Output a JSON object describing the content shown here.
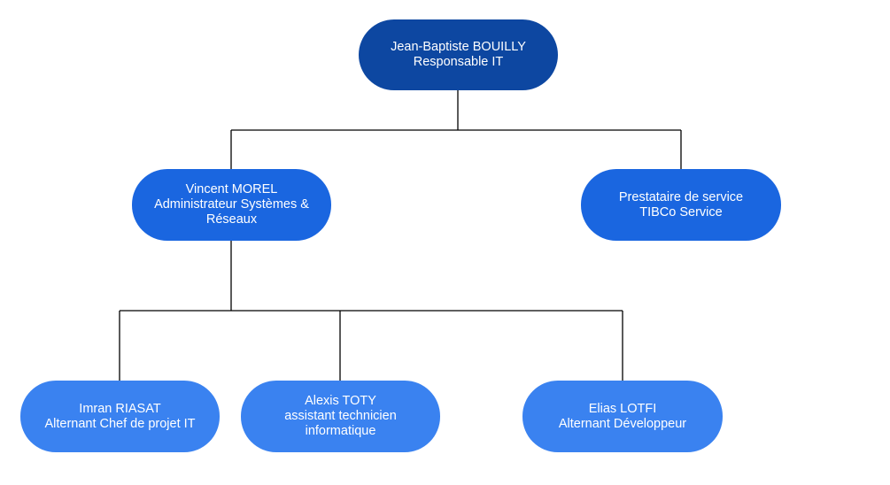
{
  "nodes": {
    "root": {
      "lines": [
        "Jean-Baptiste BOUILLY",
        "Responsable IT"
      ]
    },
    "morel": {
      "lines": [
        "Vincent MOREL",
        "Administrateur Systèmes &",
        "Réseaux"
      ]
    },
    "prestataire": {
      "lines": [
        "Prestataire de service",
        "TIBCo Service"
      ]
    },
    "imran": {
      "lines": [
        "Imran RIASAT",
        "Alternant Chef de projet IT"
      ]
    },
    "alexis": {
      "lines": [
        "Alexis TOTY",
        "assistant technicien",
        "informatique"
      ]
    },
    "elias": {
      "lines": [
        "Elias LOTFI",
        "Alternant Développeur"
      ]
    }
  },
  "colors": {
    "level1": "#0d47a1",
    "level2": "#1a66e0",
    "level3": "#3a82f0",
    "text": "#ffffff",
    "connector": "#000000"
  }
}
